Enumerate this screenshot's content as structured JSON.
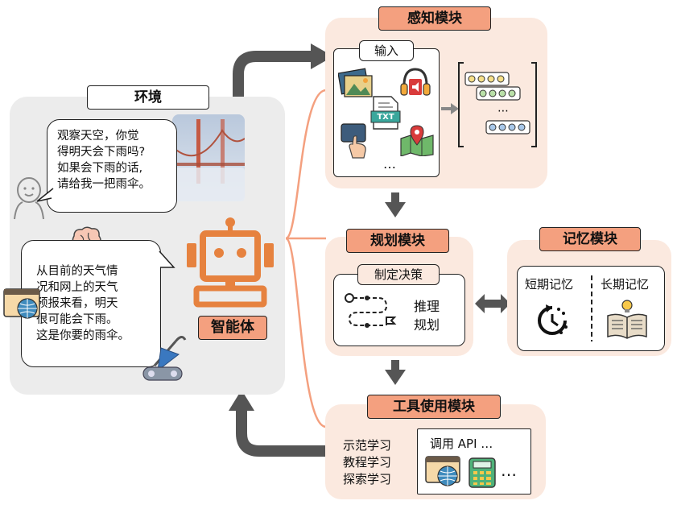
{
  "environment": {
    "title": "环境",
    "human_speech": [
      "观察天空，你觉",
      "得明天会下雨吗?",
      "如果会下雨的话,",
      "请给我一把雨伞。"
    ],
    "agent_speech": [
      "从目前的天气情",
      "况和网上的天气",
      "预报来看，明天",
      "很可能会下雨。",
      "这是你要的雨伞。"
    ]
  },
  "agent": {
    "label": "智能体"
  },
  "perception": {
    "title": "感知模块",
    "input_label": "输入",
    "txt_label": "TXT",
    "ellipsis": "…"
  },
  "planning": {
    "title": "规划模块",
    "decision_label": "制定决策",
    "items": [
      "推理",
      "规划"
    ]
  },
  "memory": {
    "title": "记忆模块",
    "short_term": "短期记忆",
    "long_term": "长期记忆"
  },
  "tool_use": {
    "title": "工具使用模块",
    "learning": [
      "示范学习",
      "教程学习",
      "探索学习"
    ],
    "api_label": "调用 API …",
    "ellipsis": "…"
  },
  "colors": {
    "accent_orange": "#f4a07f",
    "panel_peach": "#fbe9df",
    "panel_gray": "#ececec",
    "arrow_gray": "#555555",
    "robot_orange": "#e6823f"
  }
}
